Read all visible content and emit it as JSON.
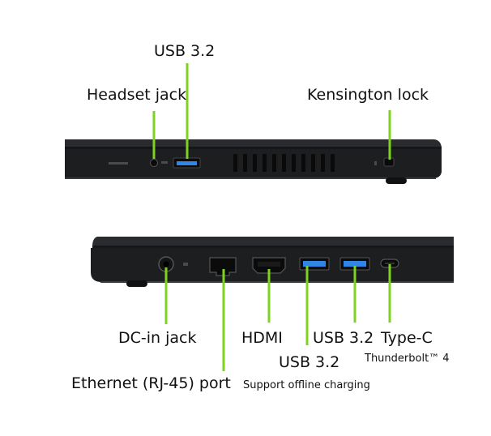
{
  "colors": {
    "leader": "#7ed321",
    "chassis_dark": "#1d1e20",
    "chassis_mid": "#2a2b2e",
    "usb_blue": "#2f86e6",
    "text": "#111111"
  },
  "top_view": {
    "labels": {
      "usb": "USB 3.2",
      "headset": "Headset jack",
      "kensington": "Kensington lock"
    }
  },
  "bottom_view": {
    "labels": {
      "dc_in": "DC-in jack",
      "hdmi": "HDMI",
      "usb_a": "USB 3.2",
      "usb_b": "USB 3.2",
      "usb_b_note": "Support offline charging",
      "type_c": "Type-C",
      "type_c_note": "Thunderbolt™ 4",
      "ethernet": "Ethernet (RJ-45) port"
    }
  }
}
